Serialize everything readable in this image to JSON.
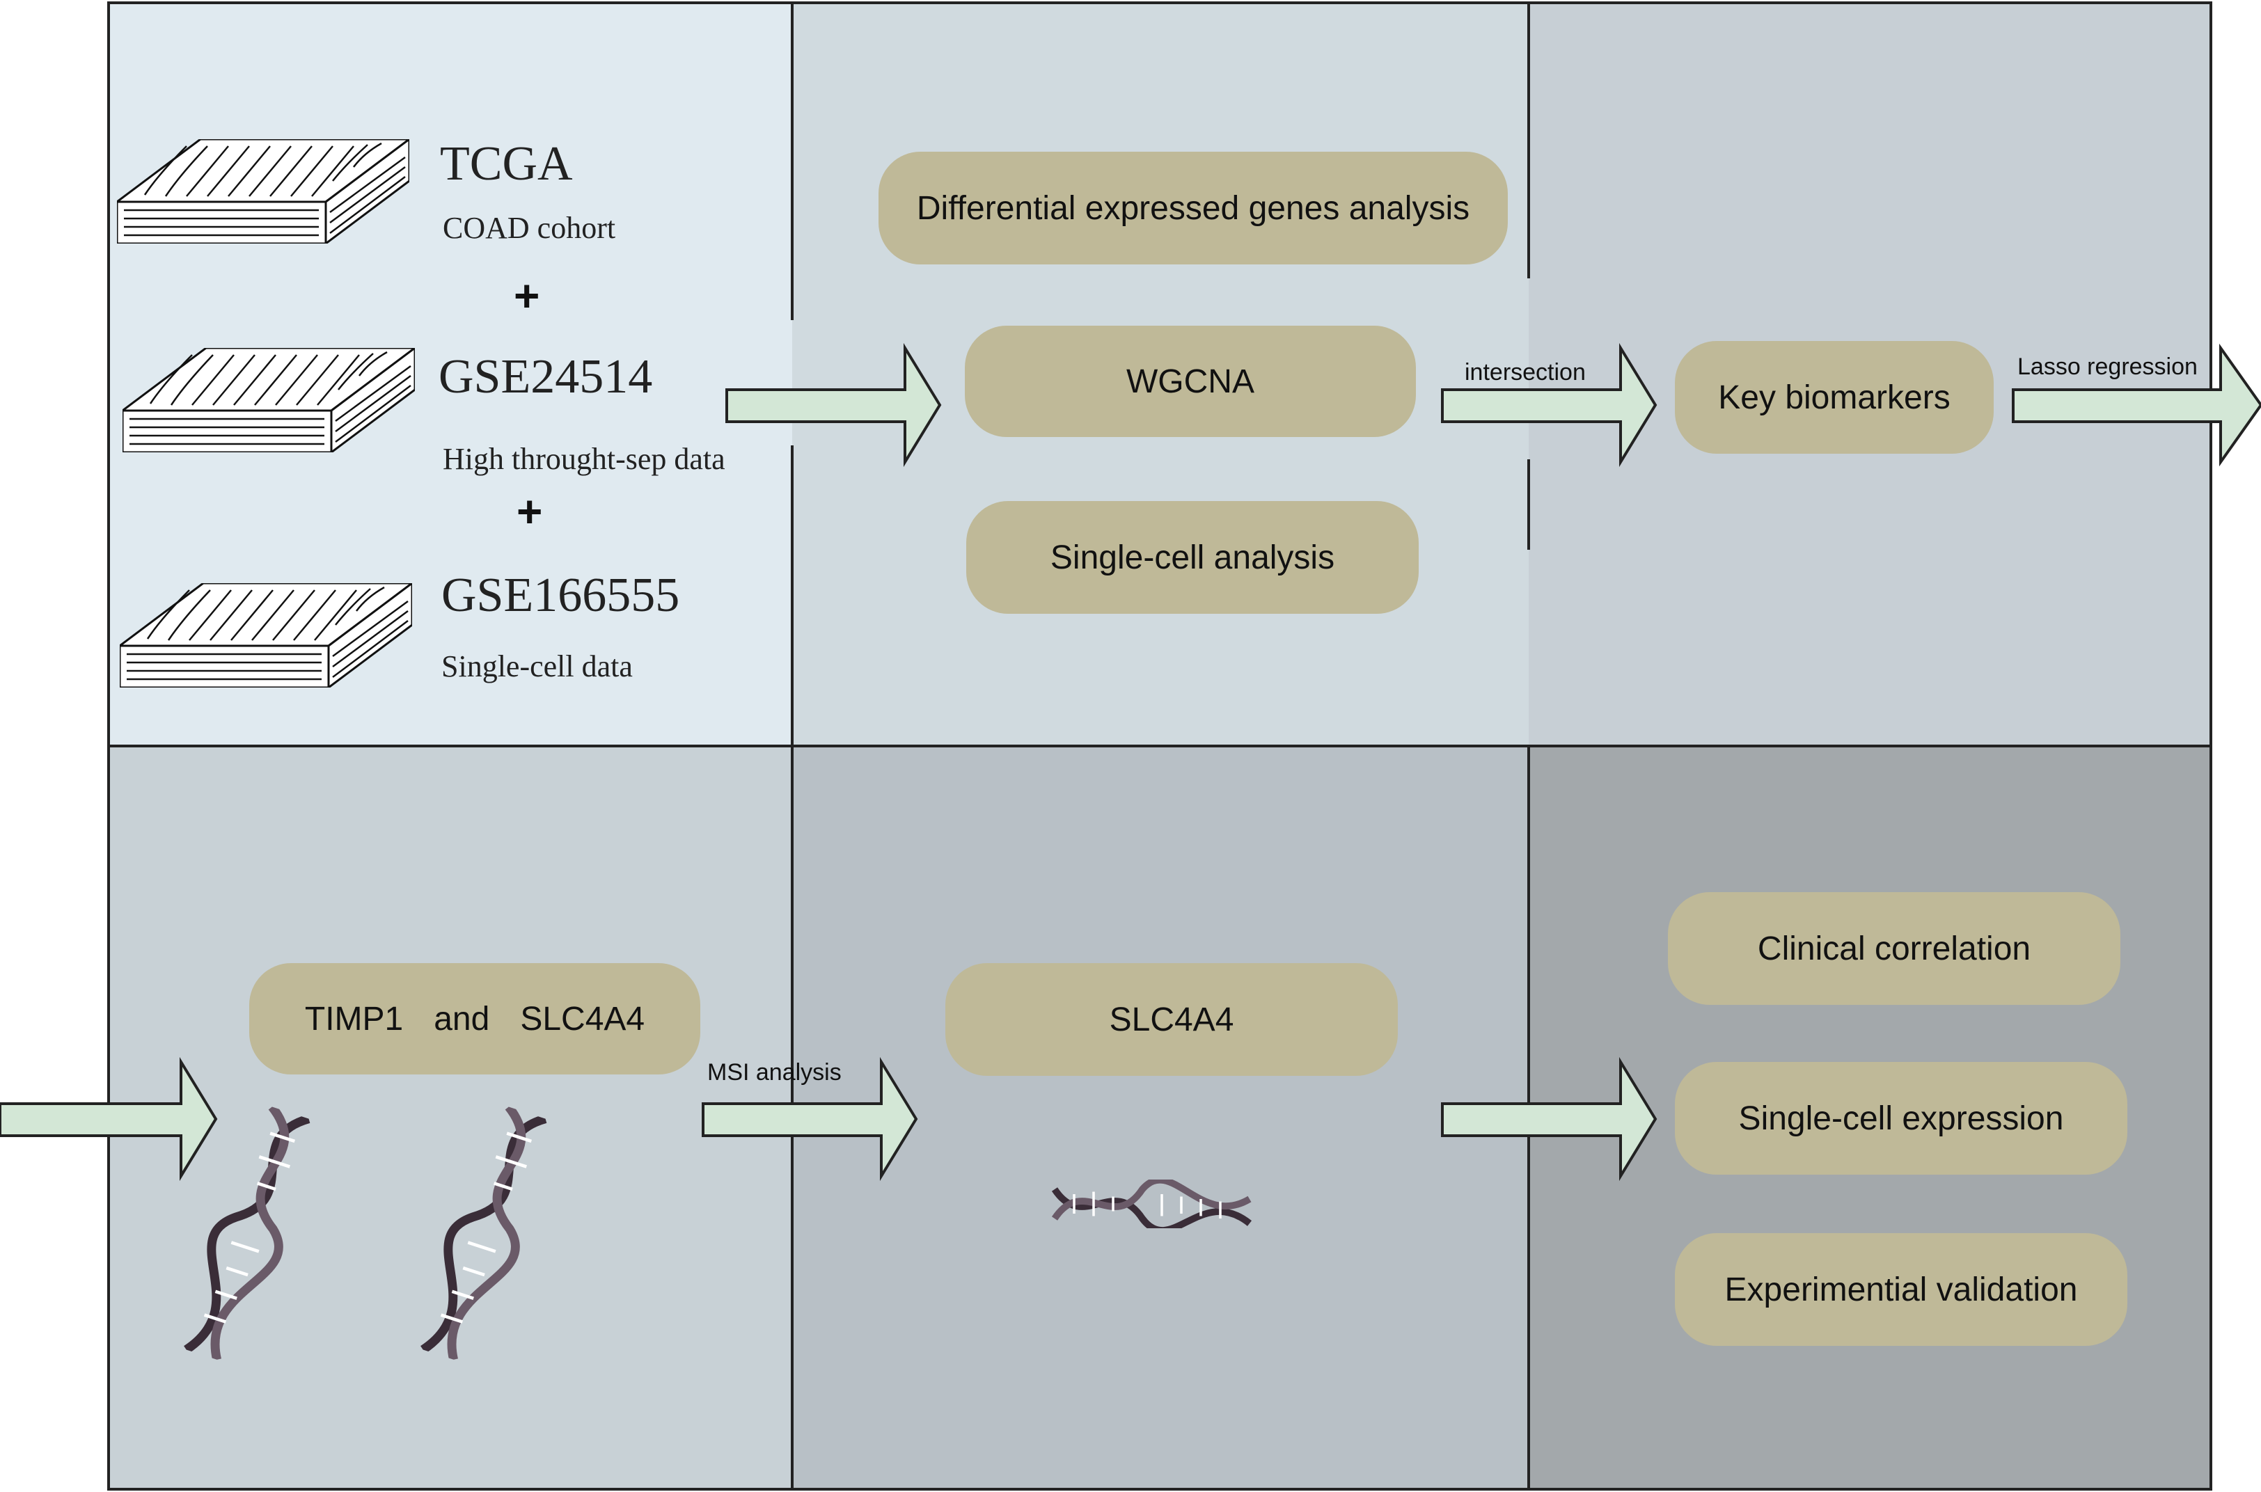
{
  "colors": {
    "panel_1": "#e0eaf0",
    "panel_2": "#d0dadf",
    "panel_3": "#c7cfd5",
    "panel_4": "#c8d1d6",
    "panel_5": "#b8c0c6",
    "panel_6": "#a3a8ab",
    "pill": "#bfb998",
    "arrow_fill": "#d3e7d6",
    "line": "#222222"
  },
  "datasets": [
    {
      "title": "TCGA",
      "subtitle": "COAD cohort"
    },
    {
      "title": "GSE24514",
      "subtitle": "High throught-sep data"
    },
    {
      "title": "GSE166555",
      "subtitle": "Single-cell data"
    }
  ],
  "plus_sign": "+",
  "analyses": [
    "Differential expressed genes analysis",
    "WGCNA",
    "Single-cell analysis"
  ],
  "arrow_labels": {
    "intersection": "intersection",
    "lasso": "Lasso regression",
    "msi": "MSI analysis"
  },
  "key_biomarkers": "Key biomarkers",
  "genes": {
    "gene_a": "TIMP1",
    "conjunction": "and",
    "gene_b": "SLC4A4"
  },
  "selected_gene": "SLC4A4",
  "validation": [
    "Clinical correlation",
    "Single-cell expression",
    "Experimential validation"
  ],
  "icons": {
    "dataset": "data-stack-icon",
    "dna": "dna-helix-icon",
    "arrow": "block-arrow-icon"
  }
}
